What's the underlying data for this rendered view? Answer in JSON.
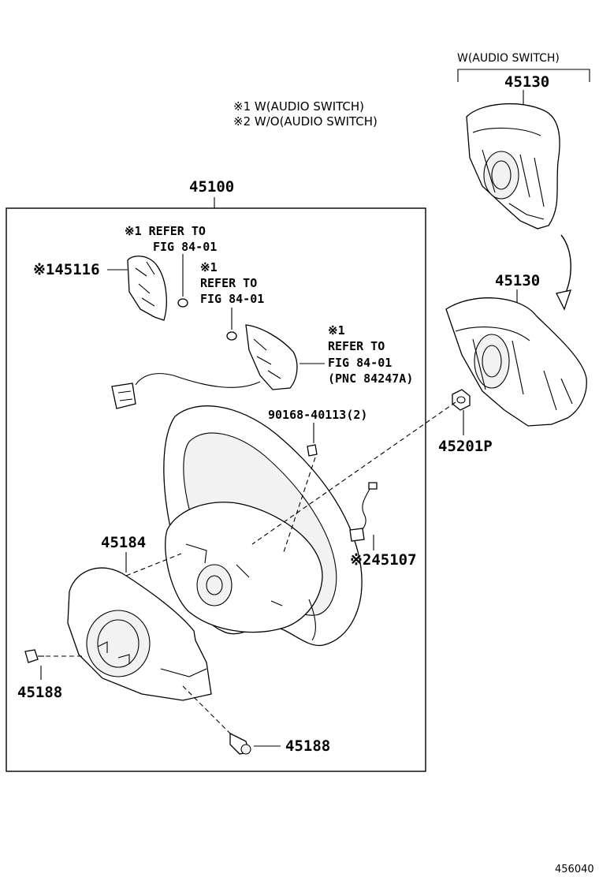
{
  "notes": {
    "note1": "※1 W(AUDIO SWITCH)",
    "note2": "※2 W/O(AUDIO SWITCH)",
    "audio_group": "W(AUDIO SWITCH)"
  },
  "parts": {
    "p45100": "45100",
    "p45130_top": "45130",
    "p45130_mid": "45130",
    "p45116": "※145116",
    "ref1_l1": "※1 REFER TO",
    "ref1_l2": "FIG 84-01",
    "ref2_l1": "※1",
    "ref2_l2": "REFER TO",
    "ref2_l3": "FIG 84-01",
    "ref3_l1": "※1",
    "ref3_l2": "REFER TO",
    "ref3_l3": "FIG 84-01",
    "ref3_l4": "(PNC 84247A)",
    "p90168": "90168-40113(2)",
    "p45201P": "45201P",
    "p45184": "45184",
    "p245107": "※245107",
    "p45188_left": "45188",
    "p45188_bottom": "45188"
  },
  "figure_id": "456040"
}
